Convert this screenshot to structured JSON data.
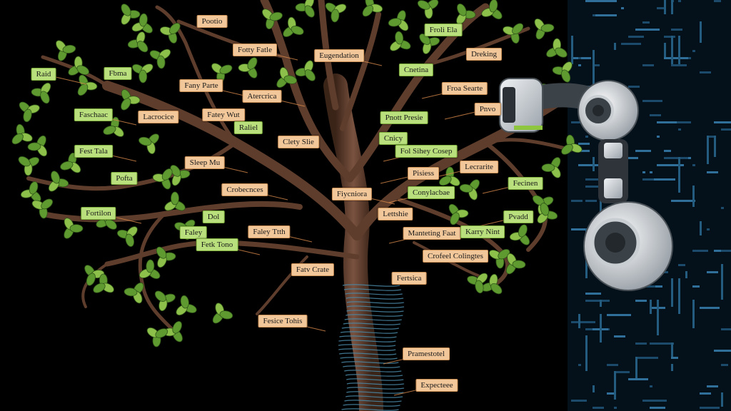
{
  "palette": {
    "background": "#000000",
    "orange_label": "#f2c79a",
    "green_label": "#b9e07c",
    "leaf": "#6fa83a",
    "trunk": "#5a3a2a",
    "circuit_blue": "#2f6f9a"
  },
  "labels": [
    {
      "id": "l1",
      "text": "Pootio",
      "tone": "orange"
    },
    {
      "id": "l2",
      "text": "Fotty Fatle",
      "tone": "orange"
    },
    {
      "id": "l3",
      "text": "Eugendation",
      "tone": "orange"
    },
    {
      "id": "l4",
      "text": "Froli Ela",
      "tone": "green"
    },
    {
      "id": "l5",
      "text": "Dreking",
      "tone": "orange"
    },
    {
      "id": "l6",
      "text": "Raid",
      "tone": "green"
    },
    {
      "id": "l7",
      "text": "Fbma",
      "tone": "green"
    },
    {
      "id": "l8",
      "text": "Fany Parte",
      "tone": "orange"
    },
    {
      "id": "l9",
      "text": "Cnetina",
      "tone": "green"
    },
    {
      "id": "l10",
      "text": "Froa Searte",
      "tone": "orange"
    },
    {
      "id": "l11",
      "text": "Atercrica",
      "tone": "orange"
    },
    {
      "id": "l12",
      "text": "Faschaac",
      "tone": "green"
    },
    {
      "id": "l13",
      "text": "Lacrocice",
      "tone": "orange"
    },
    {
      "id": "l14",
      "text": "Fatey Wut",
      "tone": "orange"
    },
    {
      "id": "l15",
      "text": "Pnott Presie",
      "tone": "green"
    },
    {
      "id": "l16",
      "text": "Pnvo",
      "tone": "orange"
    },
    {
      "id": "l17",
      "text": "Raliel",
      "tone": "green"
    },
    {
      "id": "l18",
      "text": "Fest Tala",
      "tone": "green"
    },
    {
      "id": "l19",
      "text": "Clety Slie",
      "tone": "orange"
    },
    {
      "id": "l20",
      "text": "Cnicy",
      "tone": "green"
    },
    {
      "id": "l21",
      "text": "Fol Sihey Cosep",
      "tone": "green"
    },
    {
      "id": "l22",
      "text": "Sleep Mu",
      "tone": "orange"
    },
    {
      "id": "l23",
      "text": "Lecrarite",
      "tone": "orange"
    },
    {
      "id": "l24",
      "text": "Pofta",
      "tone": "green"
    },
    {
      "id": "l25",
      "text": "Pisiess",
      "tone": "orange"
    },
    {
      "id": "l26",
      "text": "Fecinen",
      "tone": "green"
    },
    {
      "id": "l27",
      "text": "Crobecnces",
      "tone": "orange"
    },
    {
      "id": "l28",
      "text": "Fiycniora",
      "tone": "orange"
    },
    {
      "id": "l29",
      "text": "Conylacbae",
      "tone": "green"
    },
    {
      "id": "l30",
      "text": "Fortilon",
      "tone": "green"
    },
    {
      "id": "l31",
      "text": "Lettshie",
      "tone": "orange"
    },
    {
      "id": "l32",
      "text": "Dol",
      "tone": "green"
    },
    {
      "id": "l33",
      "text": "Pvadd",
      "tone": "green"
    },
    {
      "id": "l34",
      "text": "Faley",
      "tone": "green"
    },
    {
      "id": "l35",
      "text": "Faley Ttth",
      "tone": "orange"
    },
    {
      "id": "l36",
      "text": "Manteting Faat",
      "tone": "orange"
    },
    {
      "id": "l37",
      "text": "Karry Nint",
      "tone": "green"
    },
    {
      "id": "l38",
      "text": "Fetk Tono",
      "tone": "green"
    },
    {
      "id": "l39",
      "text": "Crofeel Colingtes",
      "tone": "orange"
    },
    {
      "id": "l40",
      "text": "Fatv Crate",
      "tone": "orange"
    },
    {
      "id": "l41",
      "text": "Fertsica",
      "tone": "orange"
    },
    {
      "id": "l42",
      "text": "Fesice Tohis",
      "tone": "orange"
    },
    {
      "id": "l43",
      "text": "Pramestotel",
      "tone": "orange"
    },
    {
      "id": "l44",
      "text": "Expecteee",
      "tone": "orange"
    }
  ]
}
